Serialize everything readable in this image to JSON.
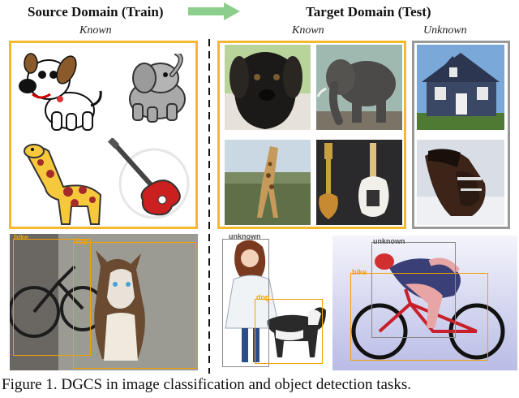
{
  "header": {
    "source_title": "Source Domain (Train)",
    "target_title": "Target Domain (Test)",
    "source_known": "Known",
    "target_known": "Known",
    "target_unknown": "Unknown"
  },
  "detection": {
    "src_bike": "bike",
    "src_dog": "dog",
    "tgt_unknown_1": "unknown",
    "tgt_dog": "dog",
    "tgt_unknown_2": "unknown",
    "tgt_bike": "bike"
  },
  "caption": "Figure 1. DGCS in image classification and object detection tasks.",
  "colors": {
    "known_box": "#f5b82e",
    "unknown_box": "#9a9a9a",
    "arrow": "#8ccf8c",
    "det_box": "#f5a000"
  }
}
